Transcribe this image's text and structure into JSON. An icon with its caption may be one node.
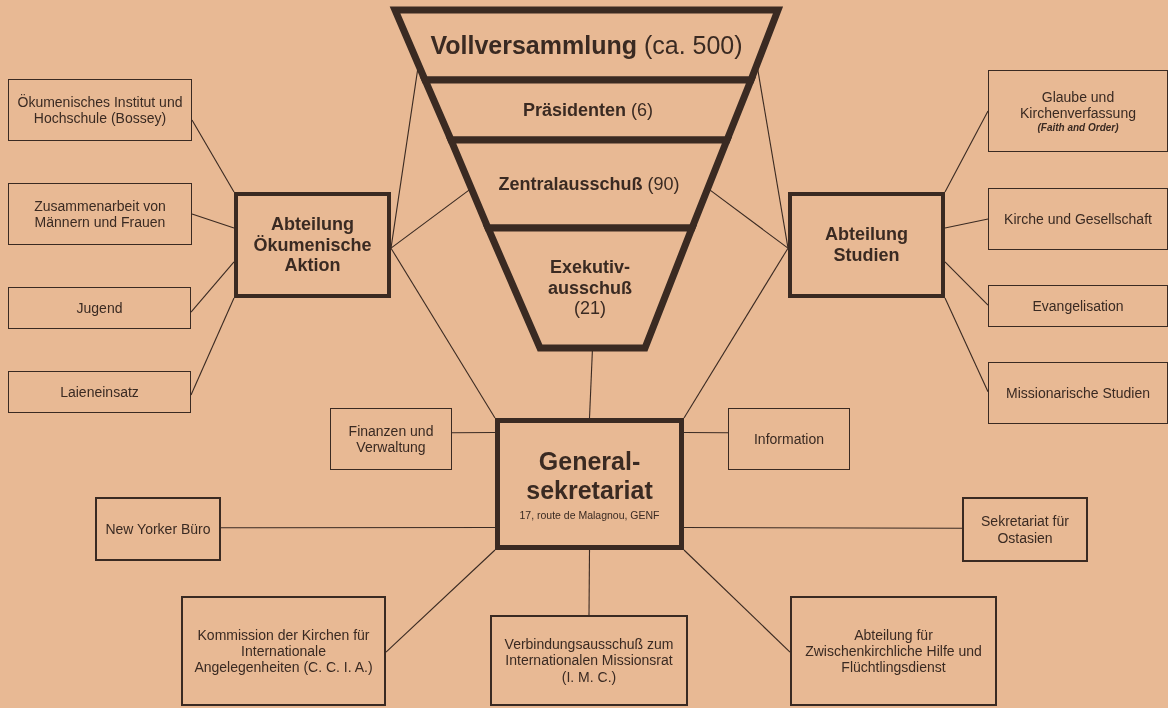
{
  "diagram": {
    "nodes": [
      {
        "text": [
          "**Vollversammlung** (ca. 500)"
        ]
      },
      {
        "text": [
          "**Präsidenten** (6)"
        ]
      },
      {
        "text": [
          "**Zentralausschuß** (90)"
        ]
      },
      {
        "text": [
          "**Exekutiv- ausschuß** (21)"
        ]
      },
      {
        "text": [
          "Ökumenisches Institut und Hochschule (Bossey)"
        ]
      },
      {
        "text": [
          "Glaube und Kirchenverfassung",
          "(Faith and Order)"
        ]
      },
      {
        "text": [
          "Zusammenarbeit von Männern und Frauen"
        ]
      },
      {
        "text": [
          "Abteilung Ökumenische Aktion"
        ]
      },
      {
        "text": [
          "Abteilung Studien"
        ]
      },
      {
        "text": [
          "Kirche und Gesellschaft"
        ]
      },
      {
        "text": [
          "Jugend"
        ]
      },
      {
        "text": [
          "Evangelisation"
        ]
      },
      {
        "text": [
          "Missionarische Studien"
        ]
      },
      {
        "text": [
          "Laieneinsatz"
        ]
      },
      {
        "text": [
          "Finanzen und Verwaltung"
        ]
      },
      {
        "text": [
          "Information"
        ]
      },
      {
        "text": [
          "General- sekretariat",
          "17, route de Malagnou, GENF"
        ]
      },
      {
        "text": [
          "New Yorker Büro"
        ]
      },
      {
        "text": [
          "Sekretariat für Ostasien"
        ]
      },
      {
        "text": [
          "Kommission der Kirchen für Internationale Angelegenheiten (C. C. I. A.)"
        ]
      },
      {
        "text": [
          "Verbindungsausschuß zum Internationalen Missionsrat (I. M. C.)"
        ]
      },
      {
        "text": [
          "Abteilung für Zwischenkirchliche Hilfe und Flüchtlingsdienst"
        ]
      }
    ],
    "edges": [
      {
        "from": 4,
        "to": 7,
        "arrow": "none"
      },
      {
        "from": 6,
        "to": 7,
        "arrow": "none"
      },
      {
        "from": 10,
        "to": 7,
        "arrow": "none"
      },
      {
        "from": 13,
        "to": 7,
        "arrow": "none"
      },
      {
        "from": 0,
        "to": 7,
        "arrow": "none"
      },
      {
        "from": 2,
        "to": 7,
        "arrow": "none"
      },
      {
        "from": 7,
        "to": 16,
        "arrow": "none"
      },
      {
        "from": 0,
        "to": 8,
        "arrow": "none"
      },
      {
        "from": 2,
        "to": 8,
        "arrow": "none"
      },
      {
        "from": 8,
        "to": 16,
        "arrow": "none"
      },
      {
        "from": 8,
        "to": 5,
        "arrow": "none"
      },
      {
        "from": 8,
        "to": 9,
        "arrow": "none"
      },
      {
        "from": 8,
        "to": 11,
        "arrow": "none"
      },
      {
        "from": 8,
        "to": 12,
        "arrow": "none"
      },
      {
        "from": 3,
        "to": 16,
        "arrow": "none"
      },
      {
        "from": 16,
        "to": 14,
        "arrow": "none"
      },
      {
        "from": 16,
        "to": 15,
        "arrow": "none"
      },
      {
        "from": 16,
        "to": 17,
        "arrow": "none"
      },
      {
        "from": 16,
        "to": 18,
        "arrow": "none"
      },
      {
        "from": 16,
        "to": 19,
        "arrow": "none"
      },
      {
        "from": 16,
        "to": 20,
        "arrow": "none"
      },
      {
        "from": 16,
        "to": 21,
        "arrow": "none"
      }
    ]
  }
}
